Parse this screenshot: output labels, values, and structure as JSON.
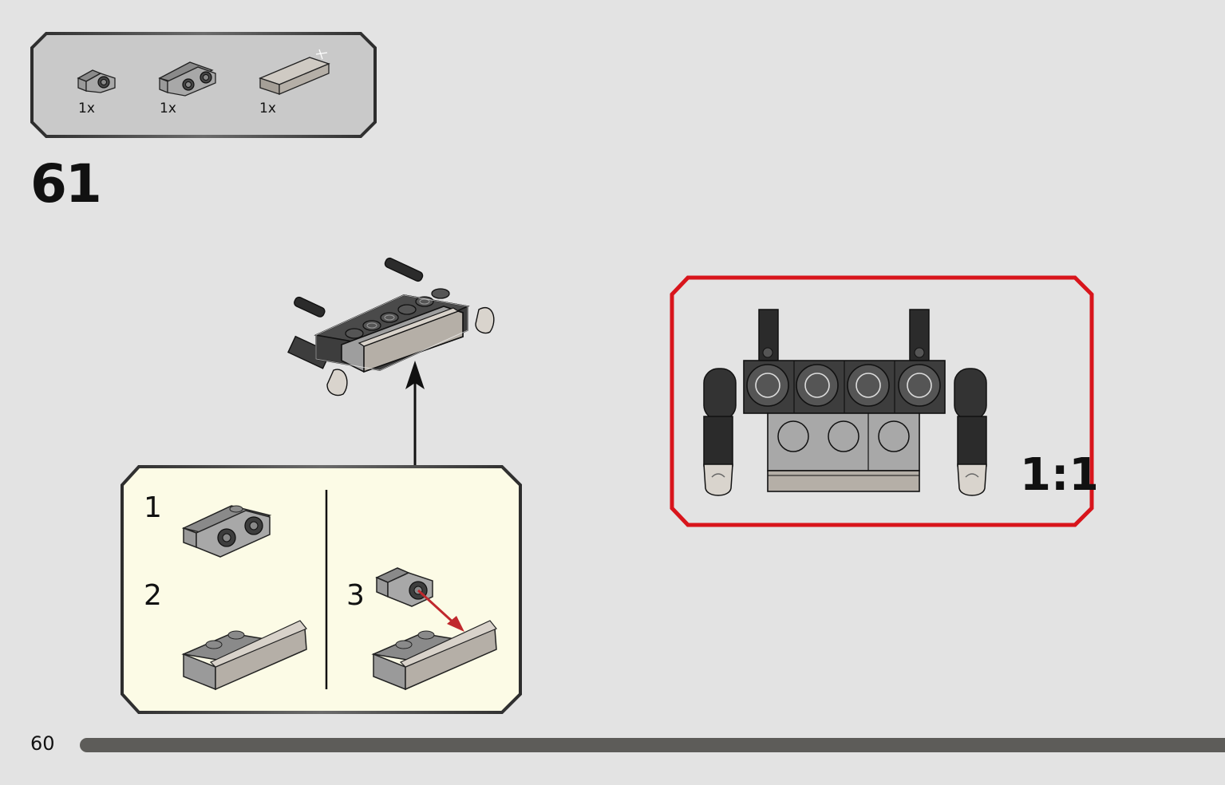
{
  "parts_list": {
    "items": [
      {
        "part": "bracket-1x1-dark-gray",
        "qty": "1x"
      },
      {
        "part": "bracket-1x2-dark-gray",
        "qty": "1x"
      },
      {
        "part": "tile-1x4-warm-gray",
        "qty": "1x"
      }
    ]
  },
  "step": {
    "number": "61"
  },
  "subassembly": {
    "steps": [
      {
        "number": "1"
      },
      {
        "number": "2"
      },
      {
        "number": "3"
      }
    ]
  },
  "scale_callout": {
    "label": "1:1",
    "border_color": "#d8151c"
  },
  "page": {
    "number": "60"
  },
  "colors": {
    "background": "#e3e3e3",
    "parts_box": "#c9c9c9",
    "sub_box": "#fcfbe6",
    "accent_red": "#d8151c",
    "brick_dark": "#3d3d3d",
    "brick_gray": "#a7a7a7",
    "tile_warm": "#b5afa7"
  }
}
